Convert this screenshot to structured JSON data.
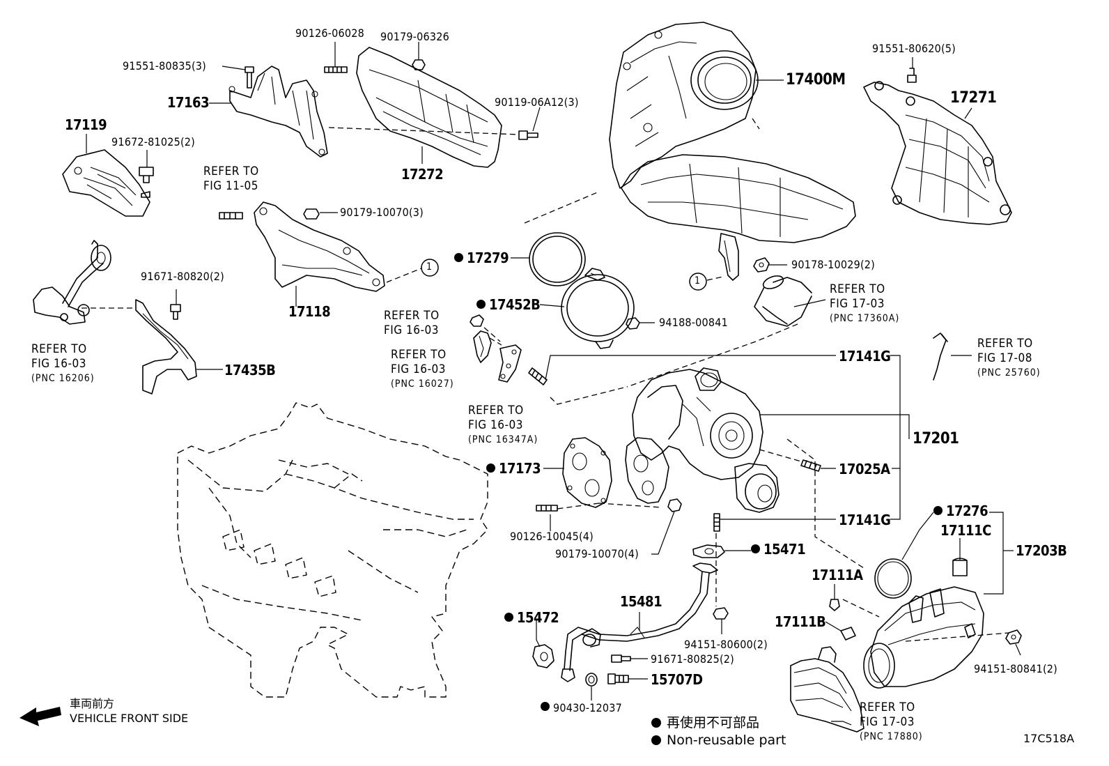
{
  "figure_id": "17C518A",
  "legend": {
    "jp": "再使用不可部品",
    "en": "Non-reusable part"
  },
  "direction": {
    "jp": "車両前方",
    "en": "VEHICLE FRONT SIDE"
  },
  "callout_number": "1",
  "parts": {
    "p90126_06028": "90126-06028",
    "p90179_06326": "90179-06326",
    "p91551_80835": "91551-80835(3)",
    "p17163": "17163",
    "p90119_06A12": "90119-06A12(3)",
    "p17119": "17119",
    "p91672_81025": "91672-81025(2)",
    "p17272": "17272",
    "p90179_10070_3": "90179-10070(3)",
    "p17118": "17118",
    "p91671_80820": "91671-80820(2)",
    "p17435B": "17435B",
    "p17400M": "17400M",
    "p91551_80620": "91551-80620(5)",
    "p17271": "17271",
    "p17279": "17279",
    "p17452B": "17452B",
    "p94188_00841": "94188-00841",
    "p90178_10029": "90178-10029(2)",
    "p17141G_top": "17141G",
    "p17201": "17201",
    "p17025A": "17025A",
    "p17141G_bot": "17141G",
    "p17173": "17173",
    "p90126_10045": "90126-10045(4)",
    "p90179_10070_4": "90179-10070(4)",
    "p15471": "15471",
    "p15481": "15481",
    "p15472": "15472",
    "p94151_80600": "94151-80600(2)",
    "p91671_80825": "91671-80825(2)",
    "p15707D": "15707D",
    "p90430_12037": "90430-12037",
    "p17276": "17276",
    "p17111C": "17111C",
    "p17203B": "17203B",
    "p17111A": "17111A",
    "p17111B": "17111B",
    "p94151_80841": "94151-80841(2)"
  },
  "refs": {
    "r_fig_11_05": {
      "l1": "REFER TO",
      "l2": "FIG 11-05"
    },
    "r_16_03_a": {
      "l1": "REFER TO",
      "l2": "FIG 16-03"
    },
    "r_16_03_16027": {
      "l1": "REFER TO",
      "l2": "FIG 16-03",
      "pnc": "(PNC 16027)"
    },
    "r_16_03_16206": {
      "l1": "REFER TO",
      "l2": "FIG 16-03",
      "pnc": "(PNC 16206)"
    },
    "r_16_03_16347A": {
      "l1": "REFER TO",
      "l2": "FIG 16-03",
      "pnc": "(PNC 16347A)"
    },
    "r_17_03_17360A": {
      "l1": "REFER TO",
      "l2": "FIG 17-03",
      "pnc": "(PNC 17360A)"
    },
    "r_17_08_25760": {
      "l1": "REFER TO",
      "l2": "FIG 17-08",
      "pnc": "(PNC 25760)"
    },
    "r_17_03_17880": {
      "l1": "REFER TO",
      "l2": "FIG 17-03",
      "pnc": "(PNC 17880)"
    }
  }
}
